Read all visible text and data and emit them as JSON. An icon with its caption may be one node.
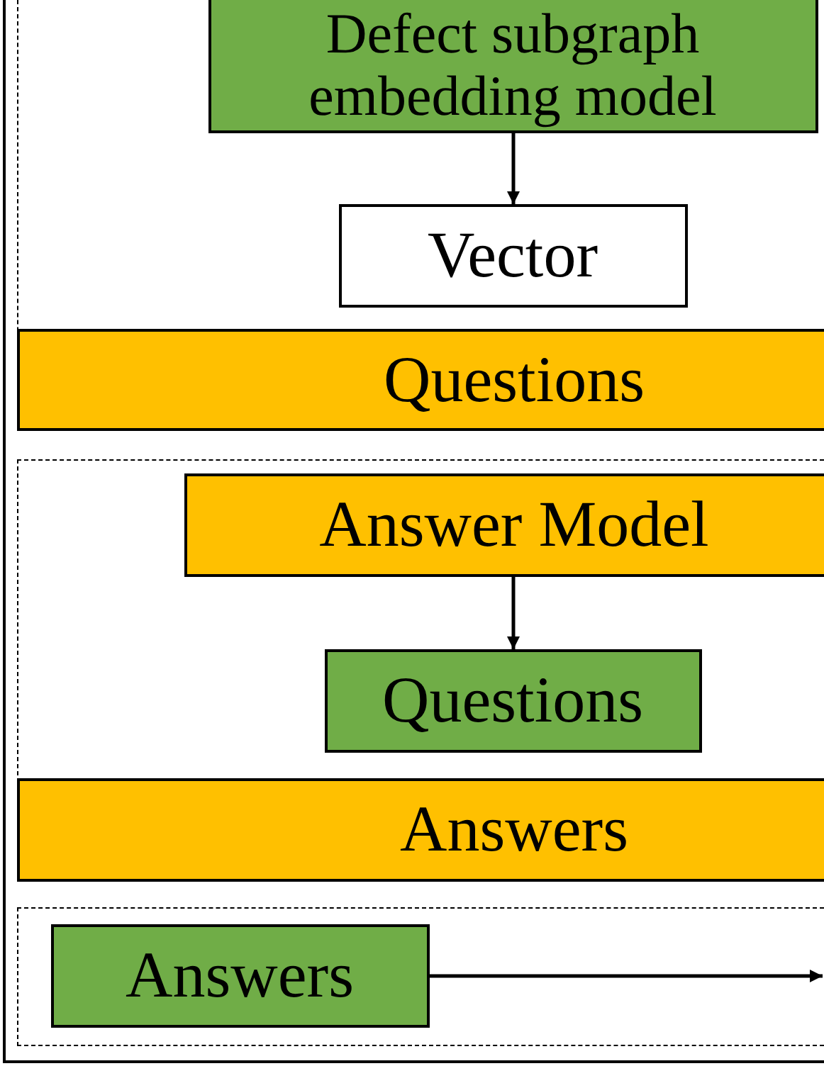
{
  "diagram": {
    "nodes": [
      {
        "text": [],
        "shape": "box"
      },
      {
        "text": [],
        "shape": "box",
        "in": 0
      },
      {
        "text": [
          "Defect subgraph embedding model"
        ],
        "in": 1
      },
      {
        "text": [
          "Vector"
        ],
        "in": 1
      },
      {
        "text": [
          "Questions"
        ],
        "in": 1
      },
      {
        "text": [],
        "shape": "box",
        "in": 0
      },
      {
        "text": [
          "Answer Model"
        ],
        "in": 5
      },
      {
        "text": [
          "Questions"
        ],
        "in": 5
      },
      {
        "text": [
          "Answers"
        ],
        "in": 5
      },
      {
        "text": [],
        "shape": "box",
        "in": 0
      },
      {
        "text": [
          "Answers"
        ],
        "in": 9
      }
    ],
    "edges": [
      {
        "from": 2,
        "to": 3,
        "arrow": "to"
      },
      {
        "from": 6,
        "to": 7,
        "arrow": "to"
      },
      {
        "from": 10,
        "to": null,
        "arrow": "to"
      }
    ]
  }
}
